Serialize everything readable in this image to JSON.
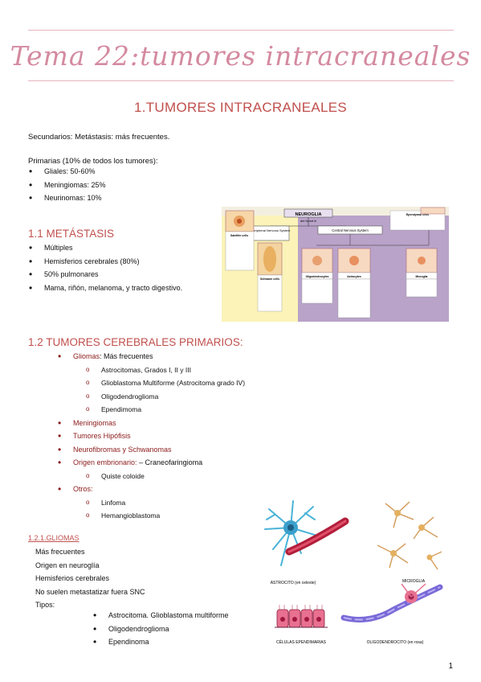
{
  "doc": {
    "title": "Tema 22:tumores intracraneales",
    "h1": "1.TUMORES INTRACRANEALES",
    "secundarios": "Secundarios: Metástasis: más frecuentes.",
    "primarias_intro": "Primarias (10% de todos los tumores):",
    "primarias": [
      "Gliales: 50-60%",
      "Meningiomas: 25%",
      "Neurinomas: 10%"
    ],
    "metastasis_heading": "1.1 METÁSTASIS",
    "metastasis": [
      "Múltiples",
      "Hemisferios cerebrales (80%)",
      "50% pulmonares",
      "Mama, riñón, melanoma, y tracto digestivo."
    ],
    "primarios_heading": "1.2 TUMORES CEREBRALES PRIMARIOS:",
    "gliomas_label": "Gliomas",
    "gliomas_suffix": ": Más frecuentes",
    "gliomas_sub": [
      "Astrocitomas, Grados I, II y III",
      "Glioblastoma Multiforme (Astrocitoma grado IV)",
      "Oligodendroglioma",
      "Ependimoma"
    ],
    "meningiomas": "Meningiomas",
    "hipofisis": "Tumores Hipófisis",
    "neurofibromas": "Neurofibromas y Schwanomas",
    "origen_label": "Origen embrionario:",
    "origen_suffix": " – Craneofaringioma",
    "origen_sub": [
      "Quiste coloide"
    ],
    "otros_label": "Otros:",
    "otros_sub": [
      "Linfoma",
      "Hemangioblastoma"
    ],
    "gliomas_heading": "1.2.1.GLIOMAS",
    "gliomas_lines": [
      "Más frecuentes",
      "Origen en neuroglía",
      "Hemisferios cerebrales",
      "No suelen metastatizar fuera SNC",
      "Tipos:"
    ],
    "tipos": [
      "Astrocitoma. Glioblastoma multiforme",
      "Oligodendroglioma",
      "Ependinoma"
    ],
    "page_number": "1"
  },
  "diagram": {
    "root": "NEUROGLIA",
    "root_sub": "are found in",
    "pns": "Peripheral Nervous System",
    "cns": "Central Nervous System",
    "satellite": "Satellite cells",
    "schwann": "Schwann cells",
    "oligo": "Oligodendrocytes",
    "astro": "Astrocytes",
    "micro": "Microglia",
    "ependymal": "Ependymal cells"
  },
  "cells": {
    "astrocito": "ASTROCITO (en celeste)",
    "microglia": "MICROGLIA",
    "ependimarias": "CÉLULAS EPENDIMARIAS",
    "oligodendrocito": "OLIGODENDROCITO (en rosa)"
  },
  "colors": {
    "title": "#d48aa0",
    "heading": "#c0504d",
    "dark_red": "#8b1a1a",
    "pns_bg": "#fbf3b8",
    "cns_bg": "#b9a3c9"
  }
}
